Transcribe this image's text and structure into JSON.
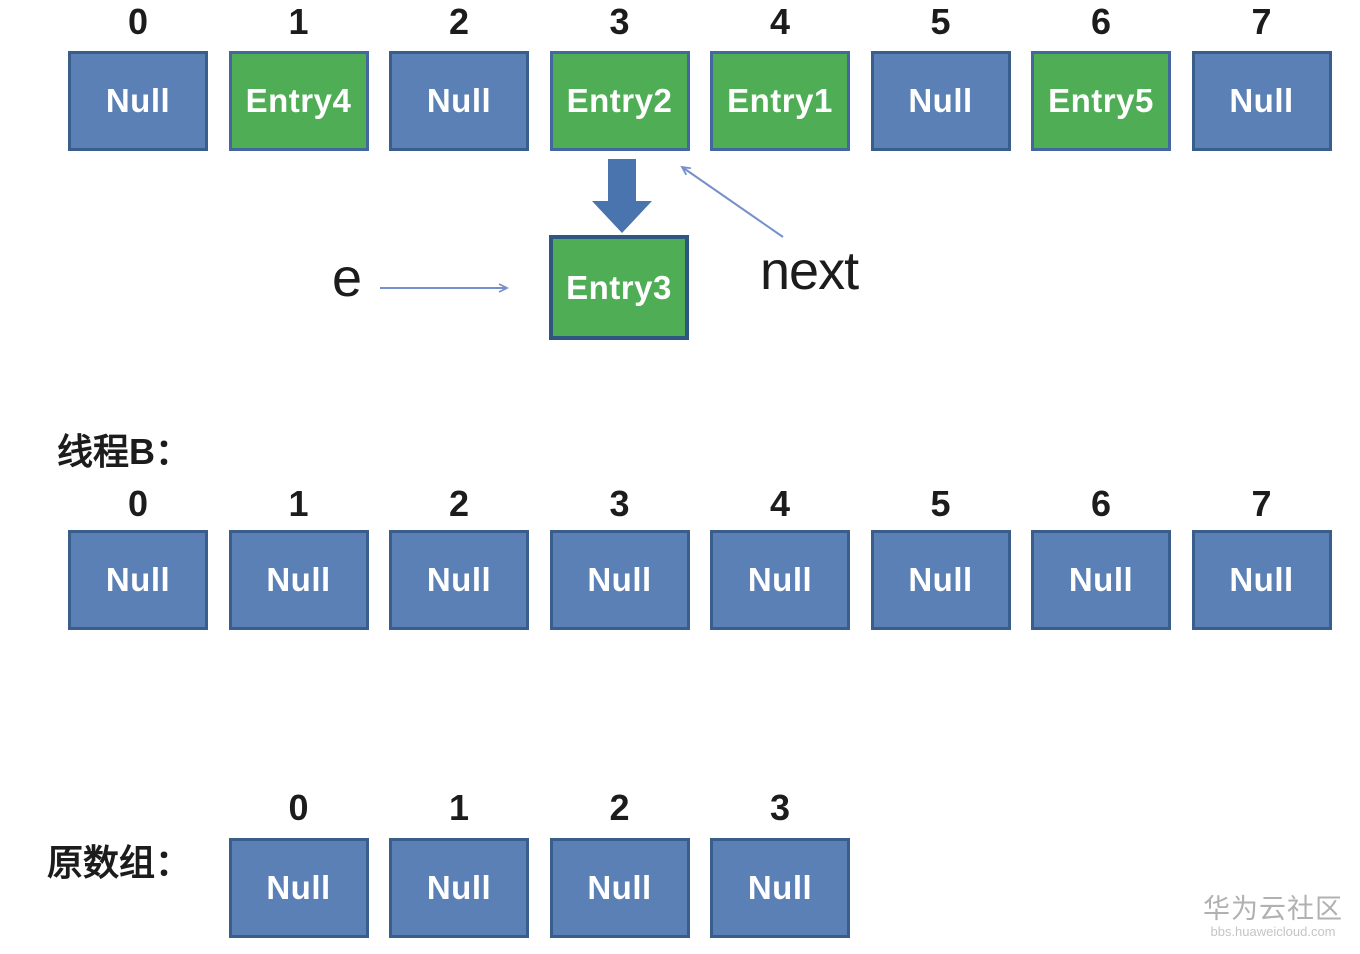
{
  "diagram": {
    "top_array": {
      "indices": [
        "0",
        "1",
        "2",
        "3",
        "4",
        "5",
        "6",
        "7"
      ],
      "cells": [
        {
          "label": "Null",
          "type": "null"
        },
        {
          "label": "Entry4",
          "type": "entry"
        },
        {
          "label": "Null",
          "type": "null"
        },
        {
          "label": "Entry2",
          "type": "entry"
        },
        {
          "label": "Entry1",
          "type": "entry"
        },
        {
          "label": "Null",
          "type": "null"
        },
        {
          "label": "Entry5",
          "type": "entry"
        },
        {
          "label": "Null",
          "type": "null"
        }
      ]
    },
    "pointers": {
      "e_label": "e",
      "next_label": "next",
      "detached_entry": "Entry3"
    },
    "thread_b": {
      "title": "线程B：",
      "indices": [
        "0",
        "1",
        "2",
        "3",
        "4",
        "5",
        "6",
        "7"
      ],
      "cells": [
        {
          "label": "Null",
          "type": "null"
        },
        {
          "label": "Null",
          "type": "null"
        },
        {
          "label": "Null",
          "type": "null"
        },
        {
          "label": "Null",
          "type": "null"
        },
        {
          "label": "Null",
          "type": "null"
        },
        {
          "label": "Null",
          "type": "null"
        },
        {
          "label": "Null",
          "type": "null"
        },
        {
          "label": "Null",
          "type": "null"
        }
      ]
    },
    "original_array": {
      "title": "原数组：",
      "indices": [
        "0",
        "1",
        "2",
        "3"
      ],
      "cells": [
        {
          "label": "Null",
          "type": "null"
        },
        {
          "label": "Null",
          "type": "null"
        },
        {
          "label": "Null",
          "type": "null"
        },
        {
          "label": "Null",
          "type": "null"
        }
      ]
    }
  },
  "watermark": {
    "site_name": "华为云社区",
    "site_url": "bbs.huaweicloud.com"
  },
  "colors": {
    "cell_null_fill": "#5b80b6",
    "cell_null_border": "#3a5e8c",
    "cell_entry_fill": "#4fad55",
    "cell_entry_border": "#44689e",
    "thick_arrow": "#4a74ad",
    "thin_arrow": "#7590ca",
    "text": "#1c1c1c",
    "cell_text": "#ffffff",
    "watermark_text": "#b2b0b0"
  }
}
